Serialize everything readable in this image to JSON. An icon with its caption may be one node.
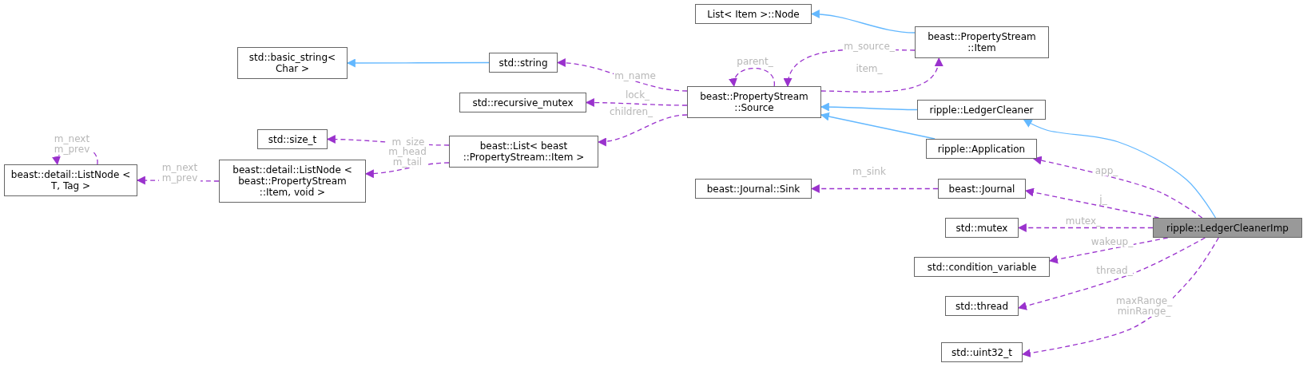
{
  "diagram": {
    "nodes": [
      {
        "text": [
          "List< Item >::Node"
        ]
      },
      {
        "text": [
          "std::basic_string< Char >"
        ]
      },
      {
        "text": [
          "std::string"
        ]
      },
      {
        "text": [
          "beast::PropertyStream ::Item"
        ]
      },
      {
        "text": [
          "beast::PropertyStream ::Source"
        ]
      },
      {
        "text": [
          "std::recursive_mutex"
        ]
      },
      {
        "text": [
          "ripple::LedgerCleaner"
        ]
      },
      {
        "text": [
          "std::size_t"
        ]
      },
      {
        "text": [
          "beast::List< beast ::PropertyStream::Item >"
        ]
      },
      {
        "text": [
          "beast::detail::ListNode < T, Tag >"
        ]
      },
      {
        "text": [
          "beast::detail::ListNode < beast::PropertyStream ::Item, void >"
        ]
      },
      {
        "text": [
          "ripple::Application"
        ]
      },
      {
        "text": [
          "beast::Journal::Sink"
        ]
      },
      {
        "text": [
          "beast::Journal"
        ]
      },
      {
        "text": [
          "std::mutex"
        ]
      },
      {
        "text": [
          "ripple::LedgerCleanerImp"
        ]
      },
      {
        "text": [
          "std::condition_variable"
        ]
      },
      {
        "text": [
          "std::thread"
        ]
      },
      {
        "text": [
          "std::uint32_t"
        ]
      }
    ],
    "edges": [
      {
        "from": 2,
        "to": 1,
        "arrow": "to",
        "color": "#63b8ff"
      },
      {
        "from": 3,
        "to": 0,
        "arrow": "to",
        "color": "#63b8ff"
      },
      {
        "from": 3,
        "to": 4,
        "arrow": "to",
        "style": "dashed",
        "label": "m_source_"
      },
      {
        "from": 4,
        "to": 3,
        "arrow": "to",
        "style": "dashed",
        "label": "item_"
      },
      {
        "from": 4,
        "to": 4,
        "arrow": "to",
        "style": "dashed",
        "label": "parent_"
      },
      {
        "from": 4,
        "to": 2,
        "arrow": "to",
        "style": "dashed",
        "label": "m_name"
      },
      {
        "from": 4,
        "to": 5,
        "arrow": "to",
        "style": "dashed",
        "label": "lock_"
      },
      {
        "from": 4,
        "to": 8,
        "arrow": "to",
        "style": "dashed",
        "label": "children_"
      },
      {
        "from": 8,
        "to": 7,
        "arrow": "to",
        "style": "dashed",
        "label": "m_size"
      },
      {
        "from": 8,
        "to": 10,
        "arrow": "to",
        "style": "dashed",
        "label": "m_head m_tail"
      },
      {
        "from": 10,
        "to": 9,
        "arrow": "to",
        "style": "dashed",
        "label": "m_next m_prev"
      },
      {
        "from": 9,
        "to": 9,
        "arrow": "to",
        "style": "dashed",
        "label": "m_next m_prev"
      },
      {
        "from": 6,
        "to": 4,
        "arrow": "to",
        "color": "#63b8ff"
      },
      {
        "from": 11,
        "to": 4,
        "arrow": "to",
        "color": "#63b8ff"
      },
      {
        "from": 15,
        "to": 6,
        "arrow": "to",
        "color": "#63b8ff"
      },
      {
        "from": 15,
        "to": 11,
        "arrow": "to",
        "style": "dashed",
        "label": "app_"
      },
      {
        "from": 13,
        "to": 12,
        "arrow": "to",
        "style": "dashed",
        "label": "m_sink"
      },
      {
        "from": 15,
        "to": 13,
        "arrow": "to",
        "style": "dashed",
        "label": "j_"
      },
      {
        "from": 15,
        "to": 14,
        "arrow": "to",
        "style": "dashed",
        "label": "mutex_"
      },
      {
        "from": 15,
        "to": 16,
        "arrow": "to",
        "style": "dashed",
        "label": "wakeup_"
      },
      {
        "from": 15,
        "to": 17,
        "arrow": "to",
        "style": "dashed",
        "label": "thread_"
      },
      {
        "from": 15,
        "to": 18,
        "arrow": "to",
        "style": "dashed",
        "label": "maxRange_ minRange_"
      }
    ]
  }
}
